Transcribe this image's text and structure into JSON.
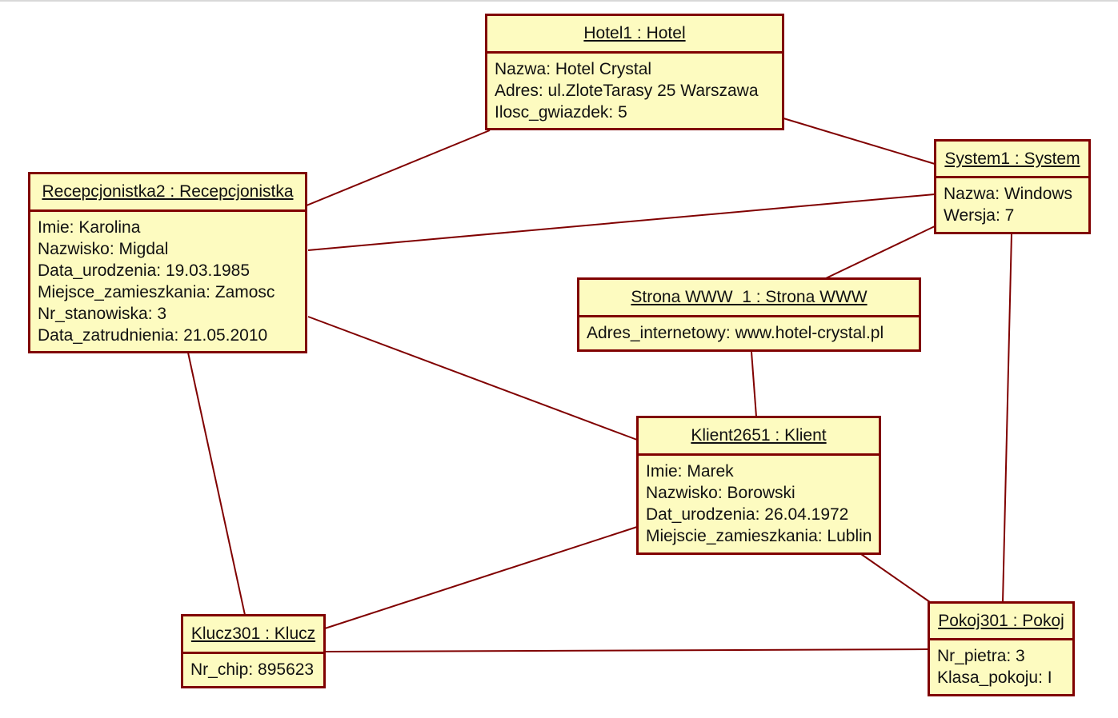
{
  "colors": {
    "fill": "#fdfbc0",
    "border": "#800000",
    "link": "#800000"
  },
  "objects": {
    "hotel": {
      "title": "Hotel1 : Hotel",
      "attrs": [
        "Nazwa: Hotel Crystal",
        "Adres: ul.ZloteTarasy 25 Warszawa",
        "Ilosc_gwiazdek: 5"
      ]
    },
    "system": {
      "title": "System1 : System",
      "attrs": [
        "Nazwa: Windows",
        "Wersja: 7"
      ]
    },
    "recepcjonistka": {
      "title": "Recepcjonistka2 : Recepcjonistka",
      "attrs": [
        "Imie: Karolina",
        "Nazwisko: Migdal",
        "Data_urodzenia: 19.03.1985",
        "Miejsce_zamieszkania: Zamosc",
        "Nr_stanowiska: 3",
        "Data_zatrudnienia: 21.05.2010"
      ]
    },
    "strona": {
      "title": "Strona WWW_1 : Strona WWW",
      "attrs": [
        "Adres_internetowy: www.hotel-crystal.pl"
      ]
    },
    "klient": {
      "title": "Klient2651 : Klient",
      "attrs": [
        "Imie: Marek",
        "Nazwisko: Borowski",
        "Dat_urodzenia: 26.04.1972",
        "Miejscie_zamieszkania: Lublin"
      ]
    },
    "klucz": {
      "title": "Klucz301 : Klucz",
      "attrs": [
        "Nr_chip: 895623"
      ]
    },
    "pokoj": {
      "title": "Pokoj301 : Pokoj",
      "attrs": [
        "Nr_pietra: 3",
        "Klasa_pokoju: I"
      ]
    }
  }
}
